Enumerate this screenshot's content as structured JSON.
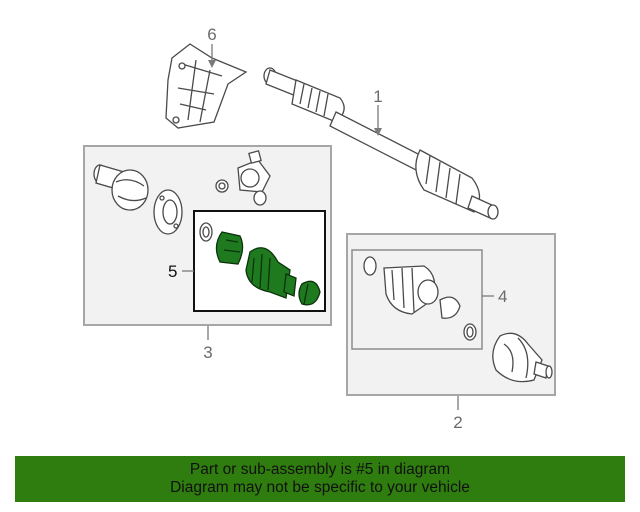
{
  "diagram": {
    "callouts": {
      "c1": "1",
      "c2": "2",
      "c3": "3",
      "c4": "4",
      "c5": "5",
      "c6": "6"
    },
    "colors": {
      "highlight_part": "#1f7a1f",
      "banner": "#2f7d0e",
      "panel": "#f2f2f2"
    }
  },
  "banner": {
    "line1": "Part or sub-assembly is #5 in diagram",
    "line2": "Diagram may not be specific to your vehicle"
  }
}
